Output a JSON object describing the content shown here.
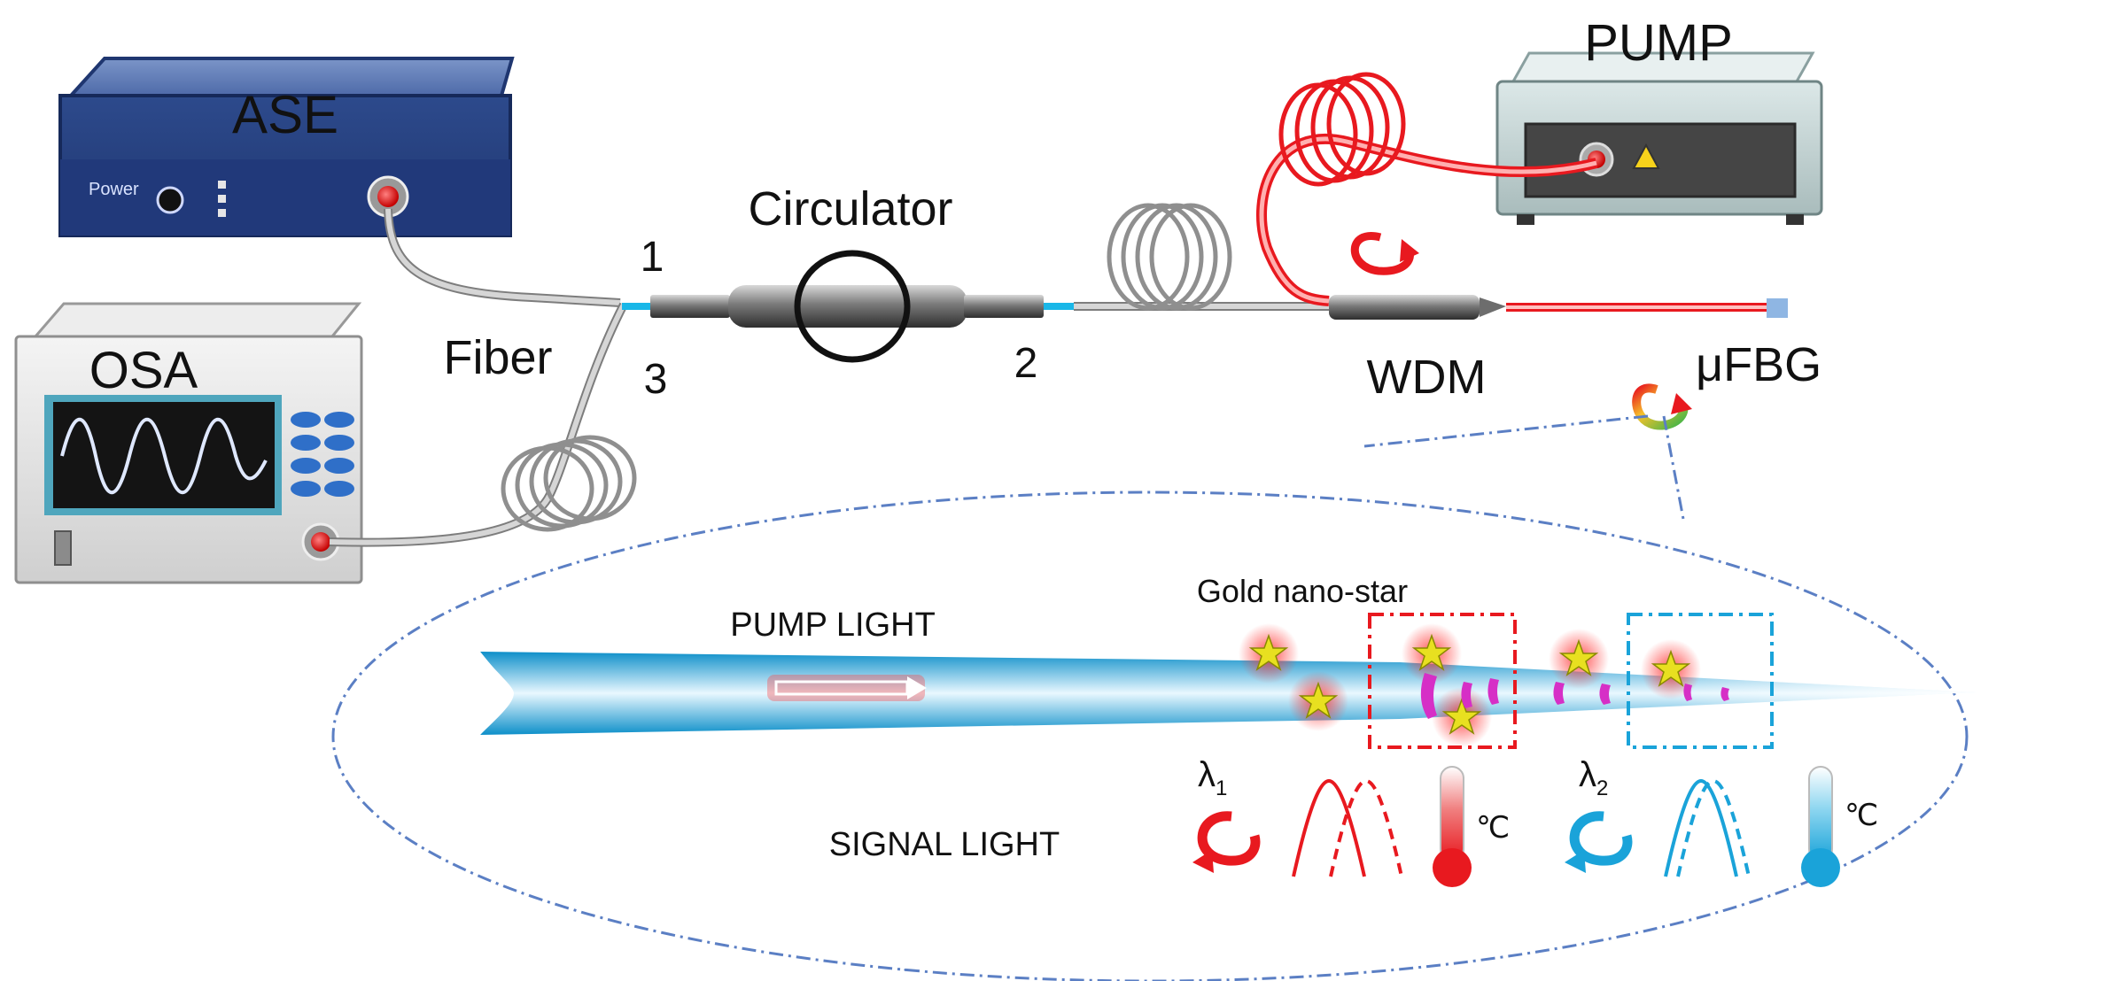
{
  "devices": {
    "ase": {
      "label": "ASE",
      "power_label": "Power"
    },
    "osa": {
      "label": "OSA"
    },
    "pump": {
      "label": "PUMP"
    }
  },
  "components": {
    "circulator": "Circulator",
    "fiber": "Fiber",
    "wdm": "WDM",
    "ufbg": "μFBG"
  },
  "ports": {
    "p1": "1",
    "p2": "2",
    "p3": "3"
  },
  "inset": {
    "pump_light": "PUMP LIGHT",
    "signal_light": "SIGNAL LIGHT",
    "gold_nanostar": "Gold nano-star",
    "lambda1": "λ",
    "lambda1_sub": "1",
    "lambda2": "λ",
    "lambda2_sub": "2",
    "temp_unit_1": "℃",
    "temp_unit_2": "℃"
  },
  "colors": {
    "pump_red": "#e8191f",
    "signal_blue": "#1aa3d9",
    "device_navy": "#2f4d8f",
    "fiber_gray": "#bfbfbf",
    "star_yellow": "#e8e020",
    "grating_pink": "#d62fc6"
  }
}
